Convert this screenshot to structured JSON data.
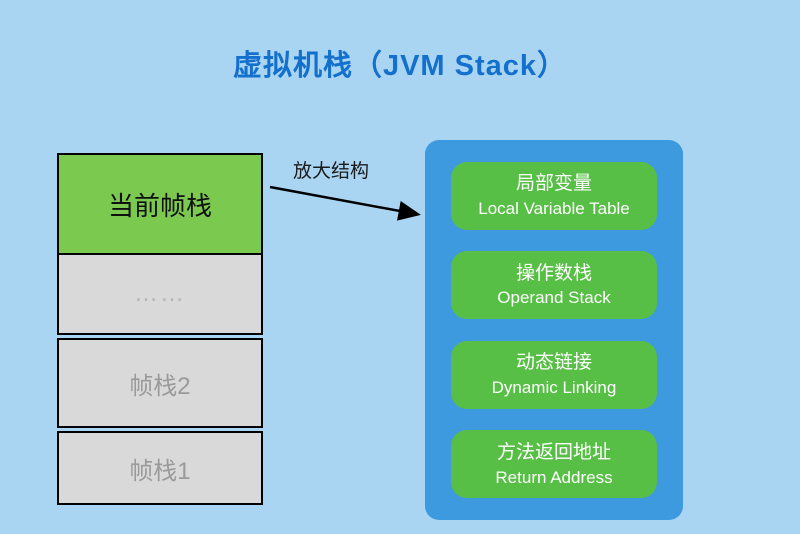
{
  "title": "虚拟机栈（JVM Stack）",
  "arrow_label": "放大结构",
  "left_stack": {
    "items": [
      {
        "label": "当前帧栈"
      },
      {
        "label": "……"
      },
      {
        "label": "帧栈2"
      },
      {
        "label": "帧栈1"
      }
    ]
  },
  "detail_panel": {
    "items": [
      {
        "zh": "局部变量",
        "en": "Local Variable Table"
      },
      {
        "zh": "操作数栈",
        "en": "Operand Stack"
      },
      {
        "zh": "动态链接",
        "en": "Dynamic Linking"
      },
      {
        "zh": "方法返回地址",
        "en": "Return Address"
      }
    ]
  },
  "colors": {
    "background": "#a9d5f2",
    "title_blue": "#1470cd",
    "panel_blue": "#3d9ade",
    "pill_green": "#57bf45",
    "current_frame_green": "#7cc94f",
    "frame_gray": "#d9d9d9"
  }
}
